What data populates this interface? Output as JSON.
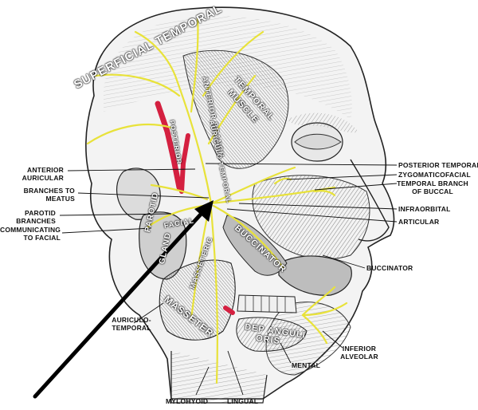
{
  "labels": {
    "superficial_temporal": "SUPERFICIAL TEMPORAL",
    "temporal_muscle_1": "TEMPORAL",
    "temporal_muscle_2": "MUSCLE",
    "anterior_branch": "ANTERIOR BRANCH",
    "posterior": "POSTERIOR",
    "auriculo_temporal_inner": "AURICULO TEMPORAL",
    "parotid_1": "PAROTID",
    "parotid_2": "GLAND",
    "facial": "FACIAL",
    "masseteric": "MASSETERIC",
    "buccinator_inner": "BUCCINATOR",
    "masseter_inner": "MASSETER",
    "dep_anguli_1": "DEP ANGULI",
    "dep_anguli_2": "ORIS",
    "anterior_auricular_1": "ANTERIOR",
    "anterior_auricular_2": "AURICULAR",
    "branches_to_meatus_1": "BRANCHES TO",
    "branches_to_meatus_2": "MEATUS",
    "parotid_branches_1": "PAROTID",
    "parotid_branches_2": "BRANCHES",
    "communicating_1": "COMMUNICATING",
    "communicating_2": "TO FACIAL",
    "auriculo_temporal_1": "AURICULO-",
    "auriculo_temporal_2": "TEMPORAL",
    "mylohyoid": "MYLOHYOID",
    "lingual": "LINGUAL",
    "mental": "MENTAL",
    "inferior_alveolar_1": "INFERIOR",
    "inferior_alveolar_2": "ALVEOLAR",
    "buccinator": "BUCCINATOR",
    "posterior_temporal": "POSTERIOR TEMPORAL",
    "zygomaticofacial": "ZYGOMATICOFACIAL",
    "temporal_branch_buccal_1": "TEMPORAL BRANCH",
    "temporal_branch_buccal_2": "OF BUCCAL",
    "infraorbital": "INFRAORBITAL",
    "articular": "ARTICULAR"
  },
  "colors": {
    "nerve": "#e8e23a",
    "artery": "#d42040",
    "ink": "#111111",
    "arrow": "#000000"
  }
}
